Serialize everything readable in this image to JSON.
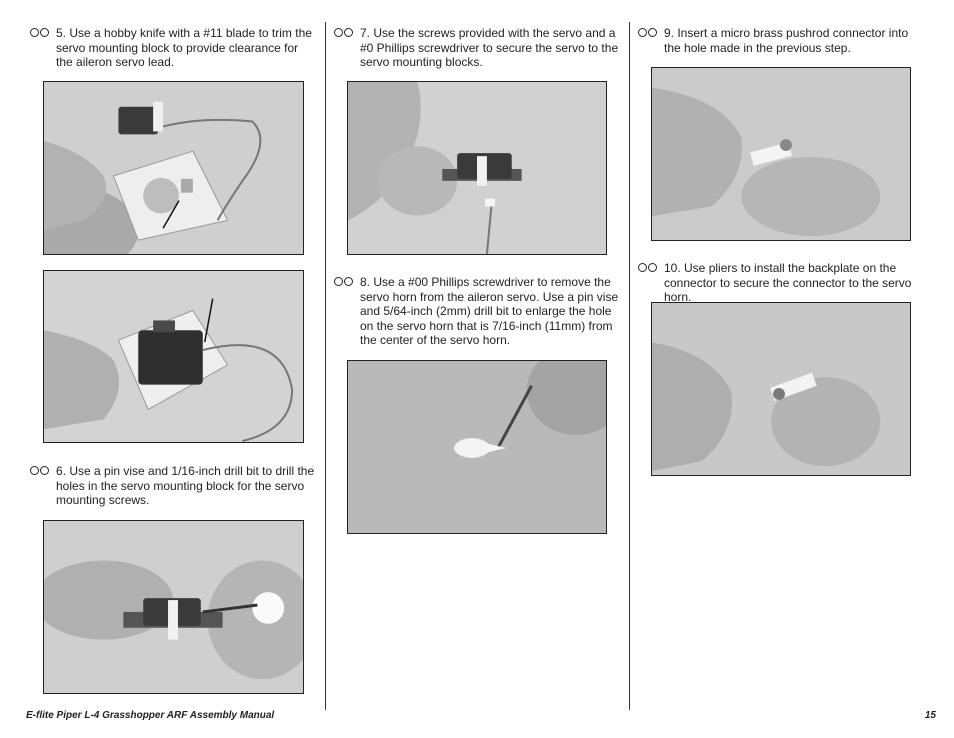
{
  "steps": {
    "s5": {
      "text": "5. Use a hobby knife with a #11 blade to trim the servo mounting block to provide clearance for the aileron servo lead."
    },
    "s6": {
      "text": "6. Use a pin vise and 1/16-inch drill bit to drill the holes in the servo mounting block for the servo mounting screws."
    },
    "s7": {
      "text": "7. Use the screws provided with the servo and a #0 Phillips screwdriver to secure the servo to the servo mounting blocks."
    },
    "s8": {
      "text": "8. Use a #00 Phillips screwdriver to remove the servo horn from the aileron servo. Use a pin vise and 5/64-inch (2mm) drill bit to enlarge the hole on the servo horn that is 7/16-inch (11mm) from the center of the servo horn."
    },
    "s9": {
      "text": "9. Insert a micro brass pushrod connector into the hole made in the previous step."
    },
    "s10": {
      "text": "10. Use pliers to install the backplate on the connector to secure the connector to the servo horn."
    }
  },
  "footer": {
    "title": "E-flite Piper L-4 Grasshopper ARF Assembly Manual",
    "page": "15"
  }
}
